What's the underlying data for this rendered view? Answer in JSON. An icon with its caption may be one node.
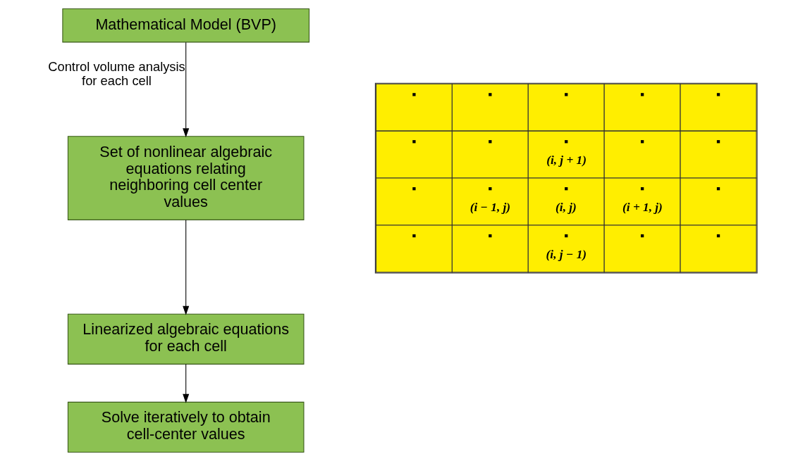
{
  "diagram": {
    "nodes": [
      {
        "text": [
          "Mathematical Model (BVP)"
        ]
      },
      {
        "text": [
          "Set of nonlinear algebraic equations relating neighboring cell center values"
        ]
      },
      {
        "text": [
          "Linearized algebraic equations for each cell"
        ]
      },
      {
        "text": [
          "Solve iteratively to obtain cell-center values"
        ]
      }
    ],
    "edges": [
      {
        "from": 0,
        "to": 1,
        "arrow": "to",
        "label": "Control volume analysis for each cell"
      },
      {
        "from": 1,
        "to": 2,
        "arrow": "to"
      },
      {
        "from": 2,
        "to": 3,
        "arrow": "to"
      }
    ],
    "labels": [
      "(i, j + 1)",
      "(i − 1, j)",
      "(i, j)",
      "(i + 1, j)",
      "(i, j − 1)"
    ]
  }
}
